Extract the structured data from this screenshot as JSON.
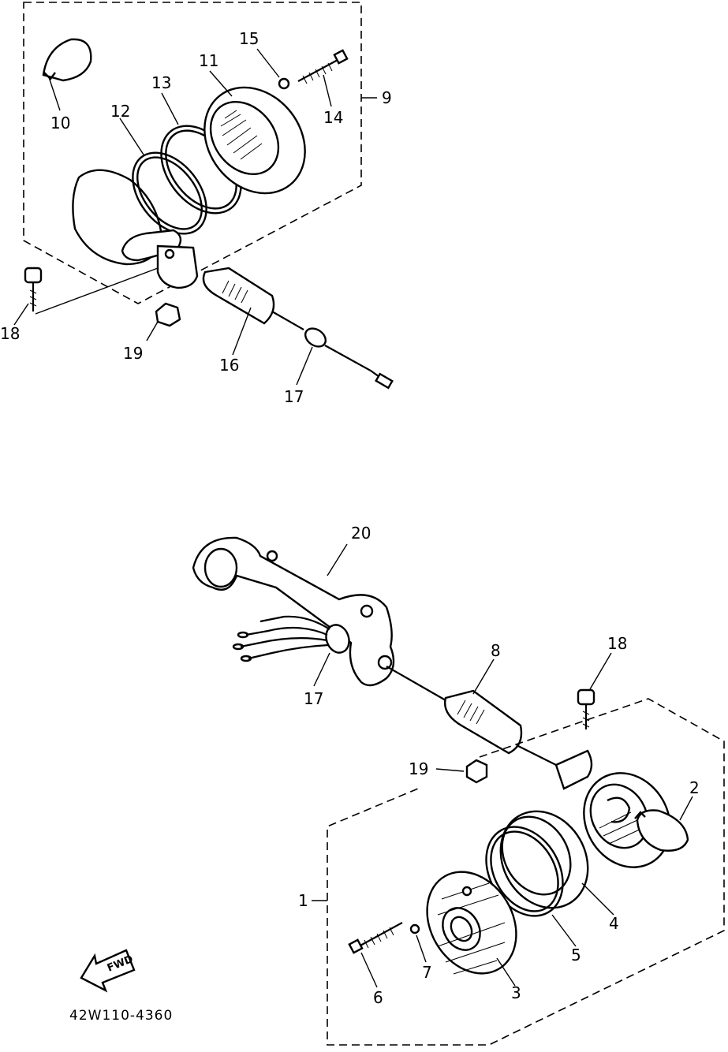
{
  "labels": {
    "p1": "1",
    "p2": "2",
    "p3": "3",
    "p4": "4",
    "p5": "5",
    "p6": "6",
    "p7": "7",
    "p8": "8",
    "p9": "9",
    "p10": "10",
    "p11": "11",
    "p12": "12",
    "p13": "13",
    "p14": "14",
    "p15": "15",
    "p16": "16",
    "p17a": "17",
    "p17b": "17",
    "p18a": "18",
    "p18b": "18",
    "p19a": "19",
    "p19b": "19",
    "p20": "20"
  },
  "fwd_arrow_text": "FWD",
  "diagram_code": "42W110-4360"
}
